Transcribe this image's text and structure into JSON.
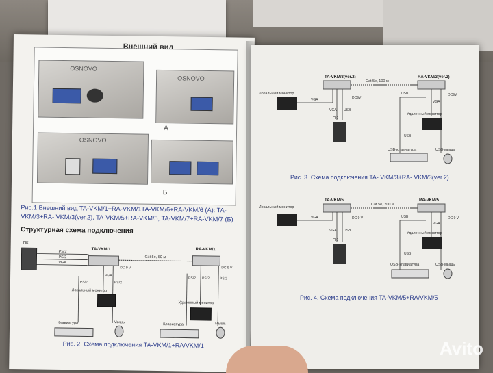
{
  "left_page": {
    "title": "Внешний вид",
    "label_a": "А",
    "label_b": "Б",
    "device_brand": "OSNOVO",
    "caption1_line1": "Рис.1 Внешний вид TA-VKM/1+RA-VKM/1TA-VKM/6+RA-VKM/6 (A): TA-",
    "caption1_line2": "VKM/3+RA- VKM/3(ver.2), TA-VKM/5+RA-VKM/5, TA-VKM/7+RA-VKM/7 (Б)",
    "section_title": "Структурная схема подключения",
    "diagram": {
      "pc": "ПК",
      "ps2_a": "PS/2",
      "ps2_b": "PS/2",
      "vga": "VGA",
      "ta": "TA-VKM/1",
      "ra": "RA-VKM/1",
      "cable": "Cat 5e, 50 м",
      "dc_left": "DC 9 V",
      "dc_right": "DC 9 V",
      "vga_v": "VGA",
      "ps2_v1": "PS/2",
      "ps2_v2": "PS/2",
      "ps2_v3": "PS/2",
      "ps2_v4": "PS/2",
      "ps2_v5": "PS/2",
      "local_monitor": "Локальный монитор",
      "remote_monitor": "Удаленный монитор",
      "kbd_left": "Клавиатура",
      "mouse_left": "Мышь",
      "kbd_right": "Клавиатура",
      "mouse_right": "Мышь"
    },
    "caption2": "Рис. 2. Схема подключения TA-VKM/1+RA/VKM/1"
  },
  "right_page": {
    "d3": {
      "ta": "TA-VKM/3(ver.2)",
      "ra": "RA-VKM/3(ver.2)",
      "cable": "Cat 5e, 100 м",
      "local_monitor": "Локальный монитор",
      "vga": "VGA",
      "vga_v": "VGA",
      "usb_v": "USB",
      "dc_left": "DC9V",
      "dc_right": "DC9V",
      "usb_a": "USB",
      "vga_b": "VGA",
      "usb_c": "USB",
      "pc": "ПК",
      "remote_monitor": "Удаленный монитор",
      "kbd": "USB-клавиатура",
      "mouse": "USB-мышь",
      "caption": "Рис. 3. Схема подключения TA- VKM/3+RA- VKM/3(ver.2)"
    },
    "d4": {
      "ta": "TA-VKM/5",
      "ra": "RA-VKM/5",
      "cable": "Cat 5e, 200 м",
      "local_monitor": "Локальный монитор",
      "vga": "VGA",
      "vga_v": "VGA",
      "usb_v": "USB",
      "dc_left": "DC 9 V",
      "dc_right": "DC 9 V",
      "usb_a": "USB",
      "vga_b": "VGA",
      "usb_c": "USB",
      "pc": "ПК",
      "remote_monitor": "Удаленный монитор",
      "kbd": "USB-клавиатура",
      "mouse": "USB-мышь",
      "caption": "Рис. 4. Схема подключения TA-VKM/5+RA/VKM/5"
    }
  },
  "watermark": "Avito"
}
